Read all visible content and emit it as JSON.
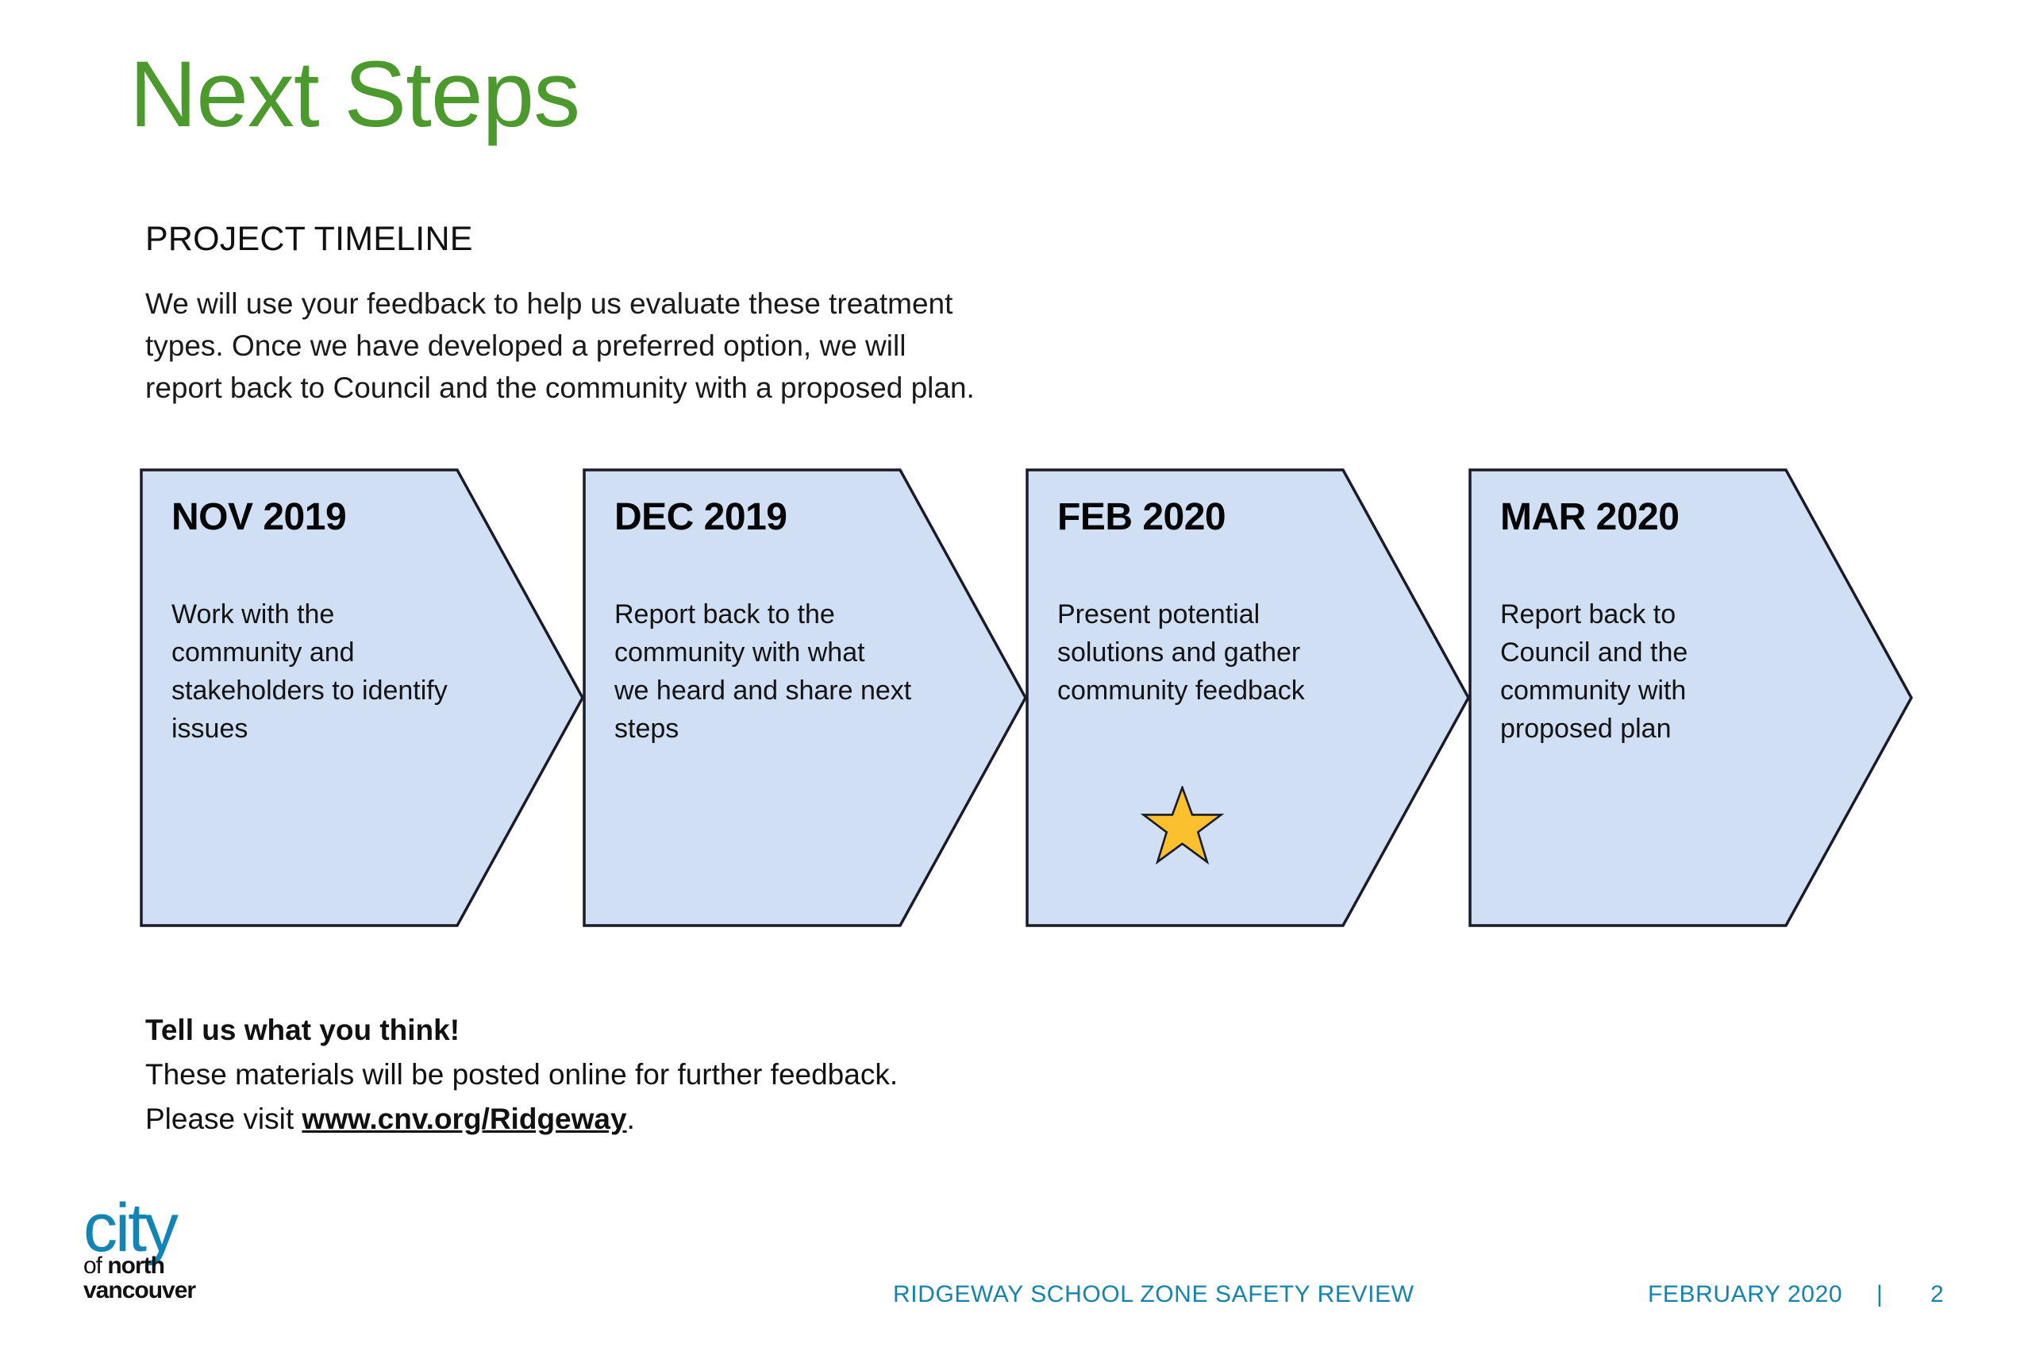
{
  "slide": {
    "title": "Next Steps",
    "section_heading": "PROJECT TIMELINE",
    "intro_lines": [
      "We will use your feedback to help us evaluate these treatment",
      "types. Once we have developed a preferred option, we will",
      "report back to Council and the community with a proposed plan."
    ]
  },
  "colors": {
    "title_green": "#4C9A2E",
    "chevron_fill": "#D0DFF4",
    "chevron_stroke": "#1b1b28",
    "star_fill": "#FBC02D",
    "star_stroke": "#1b1b28",
    "footer_teal": "#1683AD",
    "logo_blue": "#1385B4"
  },
  "timeline": {
    "steps": [
      {
        "date": "NOV 2019",
        "desc_lines": [
          "Work with the",
          "community and",
          "stakeholders to identify",
          "issues"
        ],
        "has_star": false,
        "star_icon": ""
      },
      {
        "date": "DEC 2019",
        "desc_lines": [
          "Report back to the",
          "community with what",
          "we heard and share next",
          "steps"
        ],
        "has_star": false,
        "star_icon": ""
      },
      {
        "date": "FEB 2020",
        "desc_lines": [
          "Present potential",
          "solutions and gather",
          "community feedback"
        ],
        "has_star": true,
        "star_icon": "star-icon"
      },
      {
        "date": "MAR 2020",
        "desc_lines": [
          "Report back to",
          "Council and the",
          "community with",
          "proposed plan"
        ],
        "has_star": false,
        "star_icon": ""
      }
    ]
  },
  "cta": {
    "headline": "Tell us what you think!",
    "line2": "These materials will be posted online for further feedback.",
    "line3_prefix": "Please visit ",
    "link_text": "www.cnv.org/Ridgeway",
    "line3_suffix": "."
  },
  "logo": {
    "city": "city",
    "of": "of ",
    "north": "north",
    "vancouver": "vancouver"
  },
  "footer": {
    "project": "RIDGEWAY SCHOOL ZONE SAFETY REVIEW",
    "date": "FEBRUARY 2020",
    "separator": "|",
    "page": "2"
  }
}
